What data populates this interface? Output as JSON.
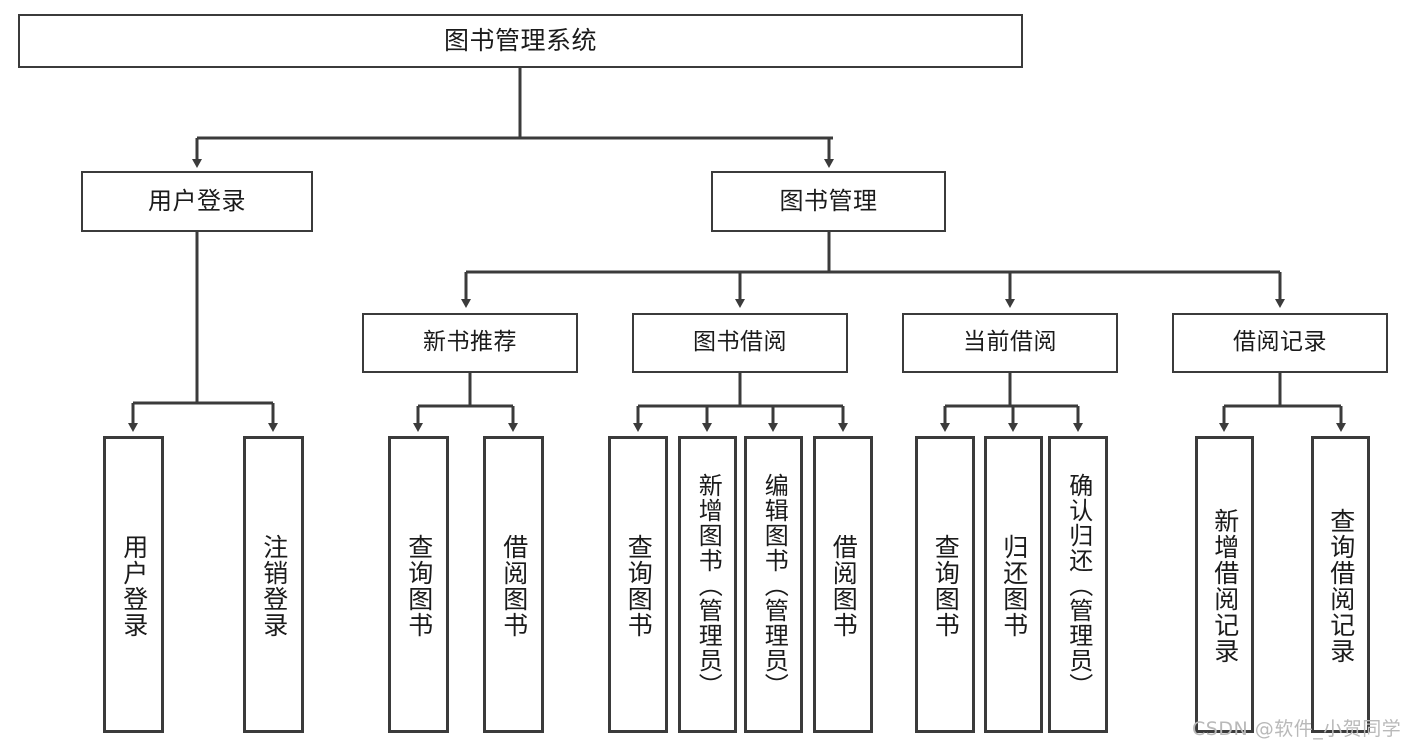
{
  "diagram": {
    "title": "图书管理系统",
    "type": "tree",
    "watermark": "CSDN @软件_小贺同学",
    "colors": {
      "box_border": "#3b3b3b",
      "box_fill": "#ffffff",
      "edge": "#3b3b3b",
      "background": "#ffffff",
      "watermark": "#b9b9b9"
    },
    "root": {
      "label": "图书管理系统"
    },
    "level2": [
      {
        "label": "用户登录"
      },
      {
        "label": "图书管理"
      }
    ],
    "level3": [
      {
        "label": "新书推荐"
      },
      {
        "label": "图书借阅"
      },
      {
        "label": "当前借阅"
      },
      {
        "label": "借阅记录"
      }
    ],
    "leaves": {
      "user_login": [
        {
          "label": "用户登录"
        },
        {
          "label": "注销登录"
        }
      ],
      "new_book": [
        {
          "label": "查询图书"
        },
        {
          "label": "借阅图书"
        }
      ],
      "book_borrow": [
        {
          "label": "查询图书"
        },
        {
          "label": "新增图书（管理员）"
        },
        {
          "label": "编辑图书（管理员）"
        },
        {
          "label": "借阅图书"
        }
      ],
      "current_borrow": [
        {
          "label": "查询图书"
        },
        {
          "label": "归还图书"
        },
        {
          "label": "确认归还（管理员）"
        }
      ],
      "borrow_record": [
        {
          "label": "新增借阅记录"
        },
        {
          "label": "查询借阅记录"
        }
      ]
    }
  }
}
